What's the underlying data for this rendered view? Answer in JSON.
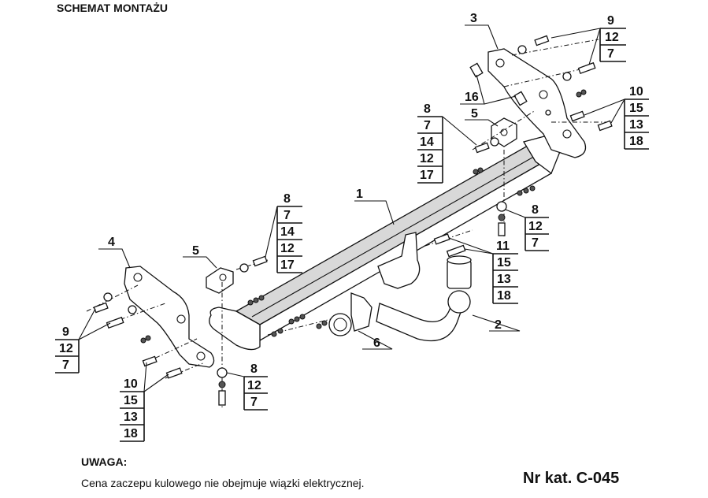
{
  "title": "SCHEMAT MONTAŻU",
  "note": {
    "heading": "UWAGA:",
    "text": "Cena zaczepu kulowego nie obejmuje wiązki elektrycznej."
  },
  "catalog": "Nr kat. C-045",
  "labels": {
    "p1": "1",
    "p2": "2",
    "p3": "3",
    "p4": "4",
    "p5a": "5",
    "p5b": "5",
    "p6": "6",
    "p16": "16",
    "p11": "11",
    "stack_top_right": [
      "9",
      "12",
      "7"
    ],
    "stack_right_mid": [
      "10",
      "15",
      "13",
      "18"
    ],
    "stack_center": [
      "8",
      "7",
      "14",
      "12",
      "17"
    ],
    "stack_left_mid": [
      "8",
      "7",
      "14",
      "12",
      "17"
    ],
    "stack_right_low": [
      "8",
      "12",
      "7"
    ],
    "stack_right_lower": [
      "15",
      "13",
      "18"
    ],
    "stack_left": [
      "9",
      "12",
      "7"
    ],
    "stack_left_low": [
      "10",
      "15",
      "13",
      "18"
    ],
    "stack_bottom": [
      "8",
      "12",
      "7"
    ]
  }
}
